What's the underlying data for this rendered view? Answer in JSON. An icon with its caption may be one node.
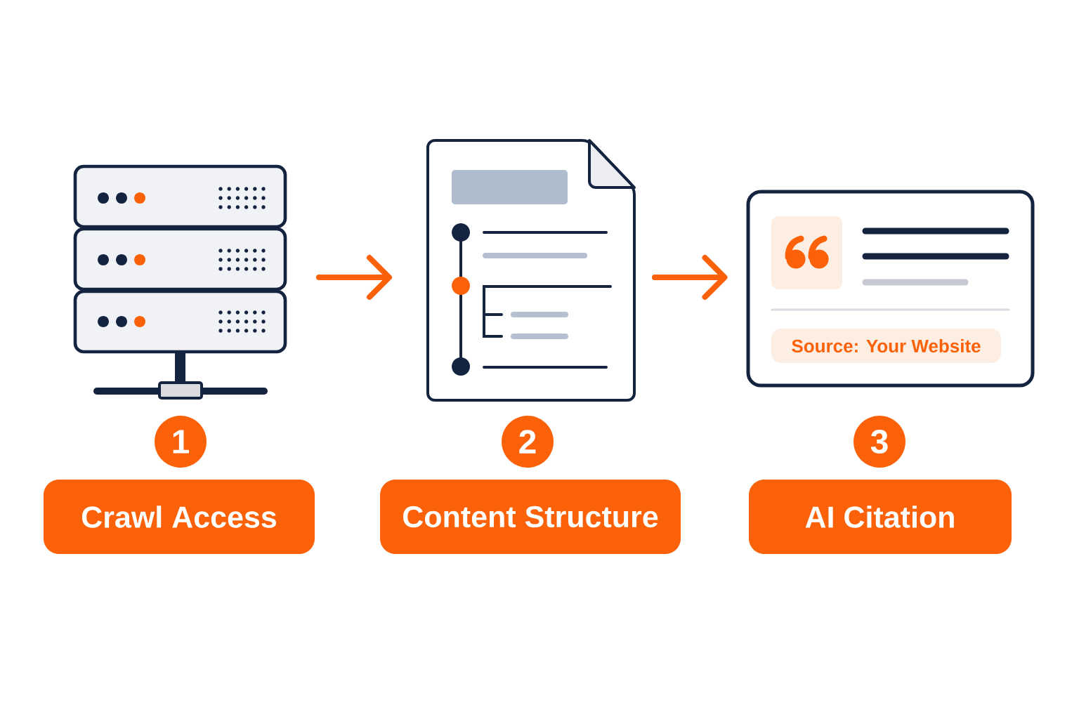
{
  "diagram": {
    "nodes": [
      {
        "text": [],
        "shape": "picture"
      },
      {
        "text": [],
        "shape": "picture"
      },
      {
        "text": [],
        "shape": "box"
      },
      {
        "text": [
          "Source: Your Website"
        ],
        "in": 2
      },
      {
        "text": [
          "1"
        ]
      },
      {
        "text": [
          "2"
        ]
      },
      {
        "text": [
          "3"
        ]
      },
      {
        "text": [
          "Crawl Access"
        ]
      },
      {
        "text": [
          "Content Structure"
        ]
      },
      {
        "text": [
          "AI Citation"
        ]
      }
    ],
    "edges": [
      {
        "from": 0,
        "to": 1,
        "arrow": "to"
      },
      {
        "from": 1,
        "to": 2,
        "arrow": "to"
      }
    ]
  }
}
